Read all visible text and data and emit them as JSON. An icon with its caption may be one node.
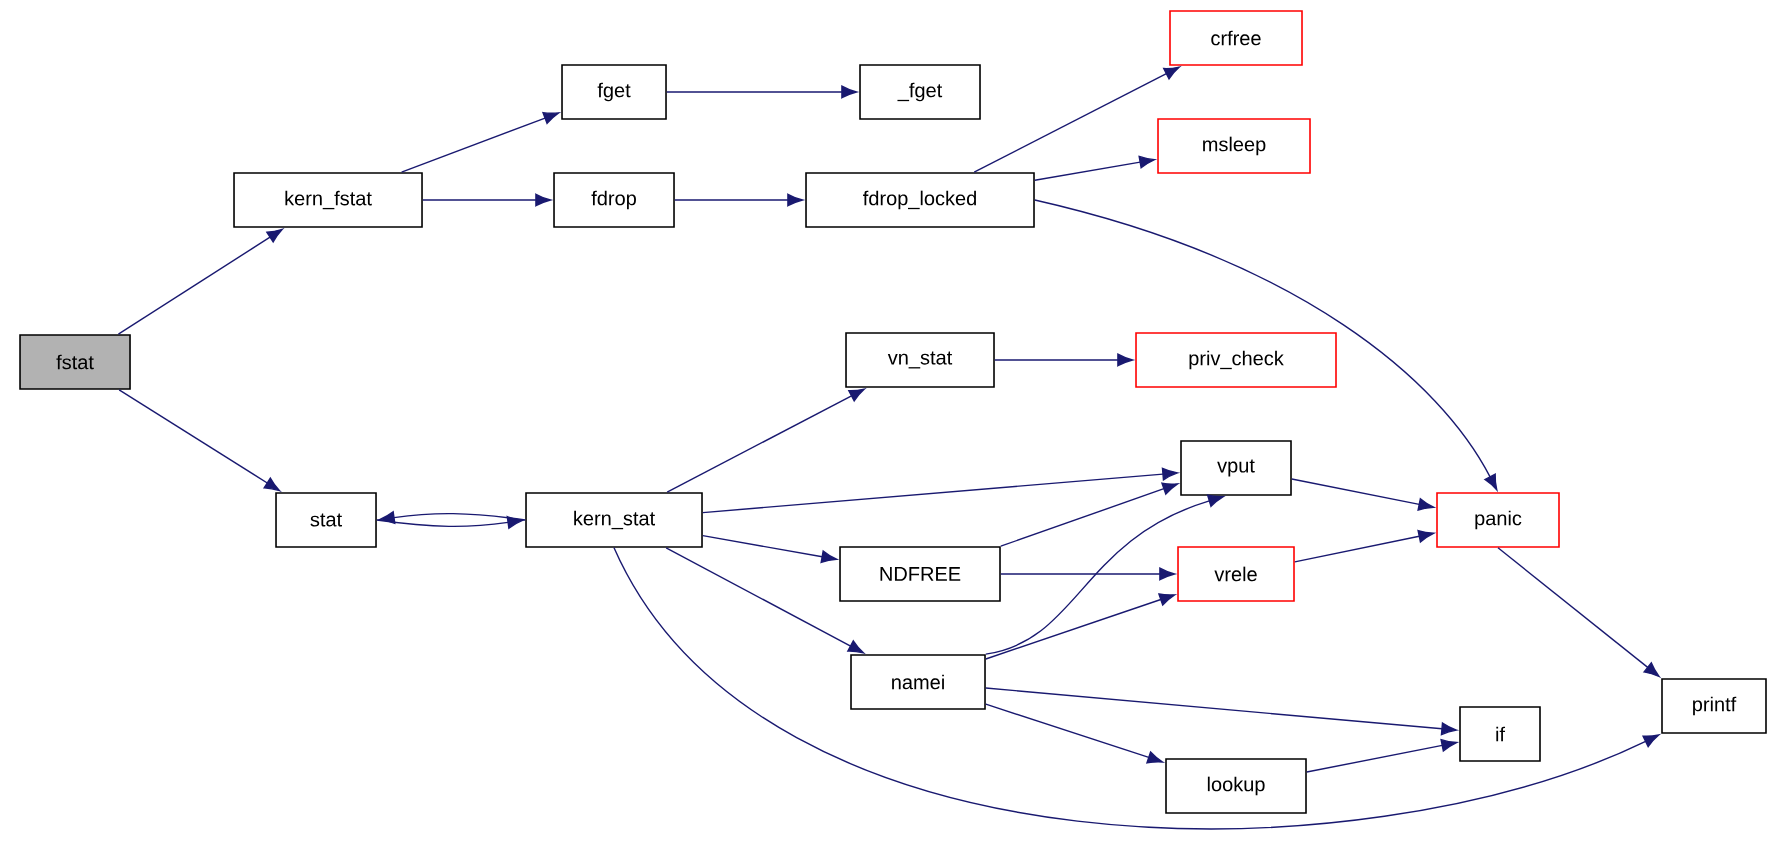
{
  "diagram": {
    "nodes": [
      {
        "text": [
          "fstat"
        ]
      },
      {
        "text": [
          "kern_fstat"
        ]
      },
      {
        "text": [
          "fget"
        ]
      },
      {
        "text": [
          "_fget"
        ]
      },
      {
        "text": [
          "fdrop"
        ]
      },
      {
        "text": [
          "fdrop_locked"
        ]
      },
      {
        "text": [
          "crfree"
        ]
      },
      {
        "text": [
          "msleep"
        ]
      },
      {
        "text": [
          "stat"
        ]
      },
      {
        "text": [
          "kern_stat"
        ]
      },
      {
        "text": [
          "vn_stat"
        ]
      },
      {
        "text": [
          "priv_check"
        ]
      },
      {
        "text": [
          "vput"
        ]
      },
      {
        "text": [
          "panic"
        ]
      },
      {
        "text": [
          "NDFREE"
        ]
      },
      {
        "text": [
          "vrele"
        ]
      },
      {
        "text": [
          "namei"
        ]
      },
      {
        "text": [
          "if"
        ]
      },
      {
        "text": [
          "lookup"
        ]
      },
      {
        "text": [
          "printf"
        ]
      }
    ],
    "edges": [
      {
        "from": 0,
        "to": 1,
        "arrow": "to"
      },
      {
        "from": 0,
        "to": 8,
        "arrow": "to"
      },
      {
        "from": 1,
        "to": 2,
        "arrow": "to"
      },
      {
        "from": 1,
        "to": 4,
        "arrow": "to"
      },
      {
        "from": 2,
        "to": 3,
        "arrow": "to"
      },
      {
        "from": 4,
        "to": 5,
        "arrow": "to"
      },
      {
        "from": 5,
        "to": 6,
        "arrow": "to"
      },
      {
        "from": 5,
        "to": 7,
        "arrow": "to"
      },
      {
        "from": 5,
        "to": 13,
        "arrow": "to"
      },
      {
        "from": 8,
        "to": 9,
        "arrow": "to"
      },
      {
        "from": 9,
        "to": 8,
        "arrow": "to"
      },
      {
        "from": 9,
        "to": 10,
        "arrow": "to"
      },
      {
        "from": 9,
        "to": 12,
        "arrow": "to"
      },
      {
        "from": 9,
        "to": 14,
        "arrow": "to"
      },
      {
        "from": 9,
        "to": 16,
        "arrow": "to"
      },
      {
        "from": 9,
        "to": 19,
        "arrow": "to"
      },
      {
        "from": 10,
        "to": 11,
        "arrow": "to"
      },
      {
        "from": 12,
        "to": 13,
        "arrow": "to"
      },
      {
        "from": 14,
        "to": 12,
        "arrow": "to"
      },
      {
        "from": 14,
        "to": 15,
        "arrow": "to"
      },
      {
        "from": 15,
        "to": 13,
        "arrow": "to"
      },
      {
        "from": 16,
        "to": 12,
        "arrow": "to"
      },
      {
        "from": 16,
        "to": 15,
        "arrow": "to"
      },
      {
        "from": 16,
        "to": 17,
        "arrow": "to"
      },
      {
        "from": 16,
        "to": 18,
        "arrow": "to"
      },
      {
        "from": 18,
        "to": 17,
        "arrow": "to"
      },
      {
        "from": 13,
        "to": 19,
        "arrow": "to"
      }
    ]
  }
}
